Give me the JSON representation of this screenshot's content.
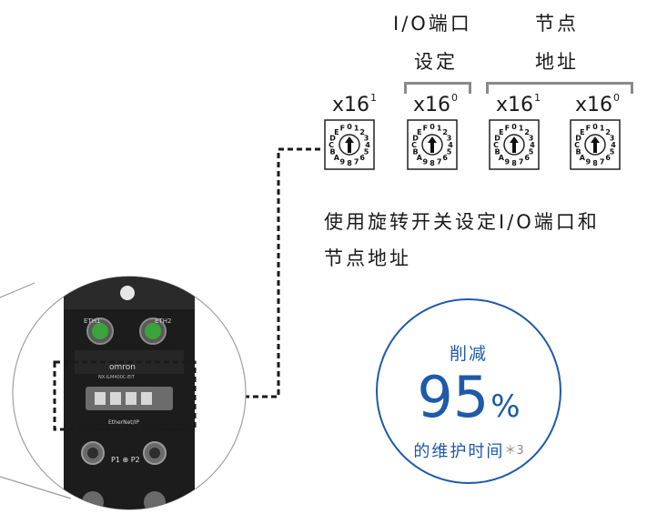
{
  "header": {
    "io_port_setting": [
      "I/O端口",
      "设定"
    ],
    "node_address": [
      "节点",
      "地址"
    ]
  },
  "switches": [
    {
      "mult": "x16",
      "exp": "1"
    },
    {
      "mult": "x16",
      "exp": "0"
    },
    {
      "mult": "x16",
      "exp": "1"
    },
    {
      "mult": "x16",
      "exp": "0"
    }
  ],
  "dial_chars": "0123456789ABCDEF",
  "caption": [
    "使用旋转开关设定I/O端口和",
    "节点地址"
  ],
  "device": {
    "port_left": "ETH1",
    "port_right": "ETH2",
    "brand": "omron",
    "model": "NX-ILM400C-EIT",
    "network": "EtherNet/IP",
    "port_pair": "P1 ⊕ P2"
  },
  "badge": {
    "top": "削减",
    "value": "95",
    "unit": "%",
    "bottom": "的维护时间",
    "footnote": "＊3"
  },
  "colors": {
    "accent": "#1e5aa8",
    "bracket": "#8a8a8a"
  }
}
